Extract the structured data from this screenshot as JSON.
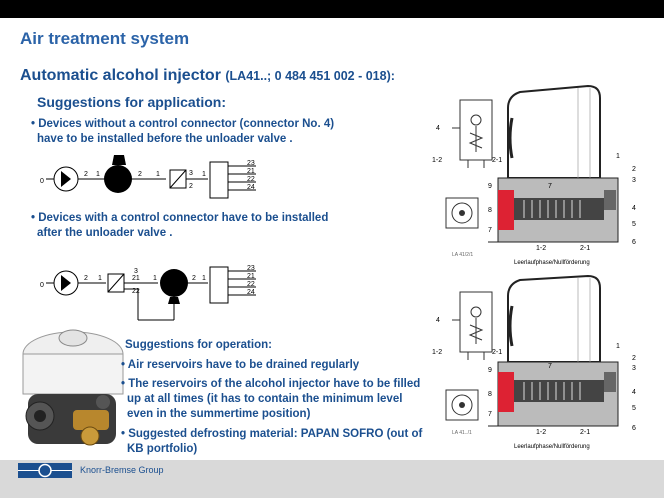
{
  "page": {
    "title": "Air treatment system",
    "subtitle": "Automatic alcohol injector",
    "subtitle_code": "(LA41..; 0 484 451 002 - 018):"
  },
  "application": {
    "heading": "Suggestions for application:",
    "bullet_1_line_1": "• Devices without a control connector (connector No. 4)",
    "bullet_1_line_2": "have to be installed before the unloader valve .",
    "bullet_2_line_1": "• Devices with a control connector have to be installed",
    "bullet_2_line_2": "after the unloader valve ."
  },
  "operation": {
    "heading": "Suggestions for operation:",
    "bullet_1": "• Air reservoirs have to be drained regularly",
    "bullet_2_line_1": "• The reservoirs of the alcohol injector have to be filled",
    "bullet_2_line_2": "up at all times (it has to contain the minimum level",
    "bullet_2_line_3": "even in the summertime position)",
    "bullet_3_line_1": "• Suggested defrosting material: PAPAN SOFRO (out of",
    "bullet_3_line_2": "KB portfolio)"
  },
  "diagram_top": {
    "port_labels": [
      "4",
      "1-2",
      "2-1",
      "1",
      "2",
      "3",
      "4",
      "5",
      "6",
      "7",
      "8",
      "9",
      "7",
      "1-2",
      "2-1"
    ],
    "caption": "Leerlaufphase/Nullförderung",
    "ref": "LA 41/2/1"
  },
  "diagram_bottom": {
    "port_labels": [
      "4",
      "1-2",
      "2-1",
      "1",
      "2",
      "3",
      "4",
      "5",
      "6",
      "7",
      "8",
      "9",
      "7",
      "1-2",
      "2-1"
    ],
    "caption": "Leerlaufphase/Nullförderung",
    "ref": "LA 41../1"
  },
  "circuit_1": {
    "labels": [
      "0",
      "2",
      "1",
      "2",
      "1",
      "3",
      "2",
      "1",
      "23",
      "21",
      "22",
      "24"
    ]
  },
  "circuit_2": {
    "labels": [
      "0",
      "2",
      "1",
      "3",
      "21",
      "22",
      "1",
      "2",
      "1",
      "23",
      "21",
      "22",
      "24"
    ]
  },
  "footer": {
    "company": "Knorr-Bremse Group"
  },
  "colors": {
    "brand_blue": "#1b4f8f",
    "title_blue": "#2b63a8",
    "footer_gray": "#d9d9d9"
  }
}
